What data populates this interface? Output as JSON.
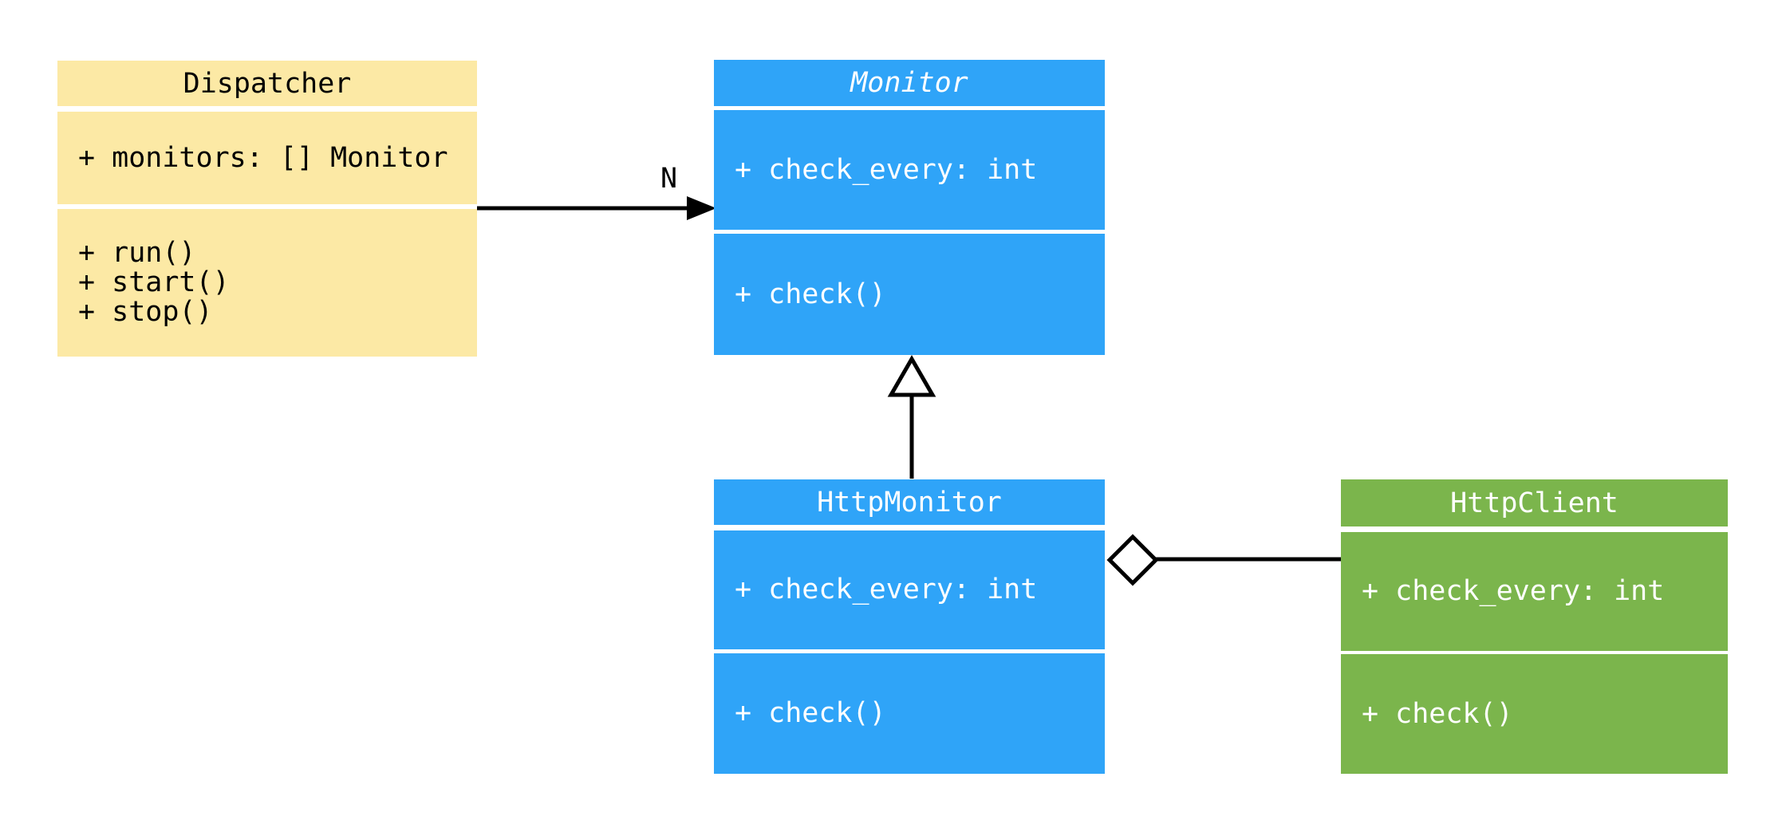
{
  "diagram": {
    "type": "uml-class-diagram",
    "background": "#ffffff",
    "colors": {
      "yellow": "#fce9a5",
      "blue": "#2fa4f8",
      "green": "#7bb54c",
      "line": "#000000"
    },
    "classes": [
      {
        "id": "dispatcher",
        "title": "Dispatcher",
        "abstract": false,
        "fill": "#fce9a5",
        "text_color": "#000000",
        "attributes": [
          "+ monitors: [] Monitor"
        ],
        "methods": [
          "+ run()",
          "+ start()",
          "+ stop()"
        ]
      },
      {
        "id": "monitor",
        "title": "Monitor",
        "abstract": true,
        "fill": "#2fa4f8",
        "text_color": "#ffffff",
        "attributes": [
          "+ check_every: int"
        ],
        "methods": [
          "+ check()"
        ]
      },
      {
        "id": "http-monitor",
        "title": "HttpMonitor",
        "abstract": false,
        "fill": "#2fa4f8",
        "text_color": "#ffffff",
        "attributes": [
          "+ check_every: int"
        ],
        "methods": [
          "+ check()"
        ]
      },
      {
        "id": "http-client",
        "title": "HttpClient",
        "abstract": false,
        "fill": "#7bb54c",
        "text_color": "#ffffff",
        "attributes": [
          "+ check_every: int"
        ],
        "methods": [
          "+ check()"
        ]
      }
    ],
    "relationships": [
      {
        "type": "directed-association",
        "from": "Dispatcher",
        "to": "Monitor",
        "arrow": "filled-arrowhead",
        "label": "N"
      },
      {
        "type": "inheritance",
        "from": "HttpMonitor",
        "to": "Monitor",
        "arrow": "hollow-triangle",
        "label": ""
      },
      {
        "type": "aggregation",
        "from": "HttpMonitor",
        "to": "HttpClient",
        "arrow": "hollow-diamond",
        "label": ""
      }
    ]
  }
}
